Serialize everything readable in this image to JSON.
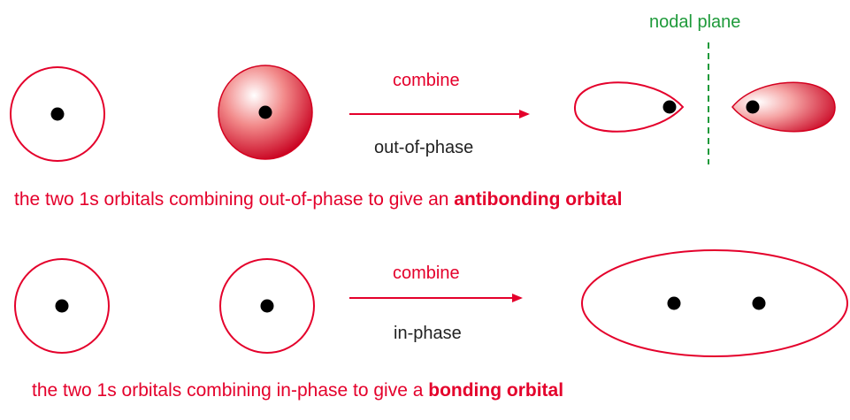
{
  "colors": {
    "red": "#e4002b",
    "green": "#1e9a3a",
    "black": "#222222"
  },
  "top_row": {
    "nodal_label": "nodal plane",
    "combine_label": "combine",
    "phase_label": "out-of-phase",
    "caption_prefix": "the two 1s orbitals combining out-of-phase to give an ",
    "caption_bold": "antibonding orbital"
  },
  "bottom_row": {
    "combine_label": "combine",
    "phase_label": "in-phase",
    "caption_prefix": "the two 1s orbitals combining in-phase to give a ",
    "caption_bold": "bonding orbital"
  }
}
